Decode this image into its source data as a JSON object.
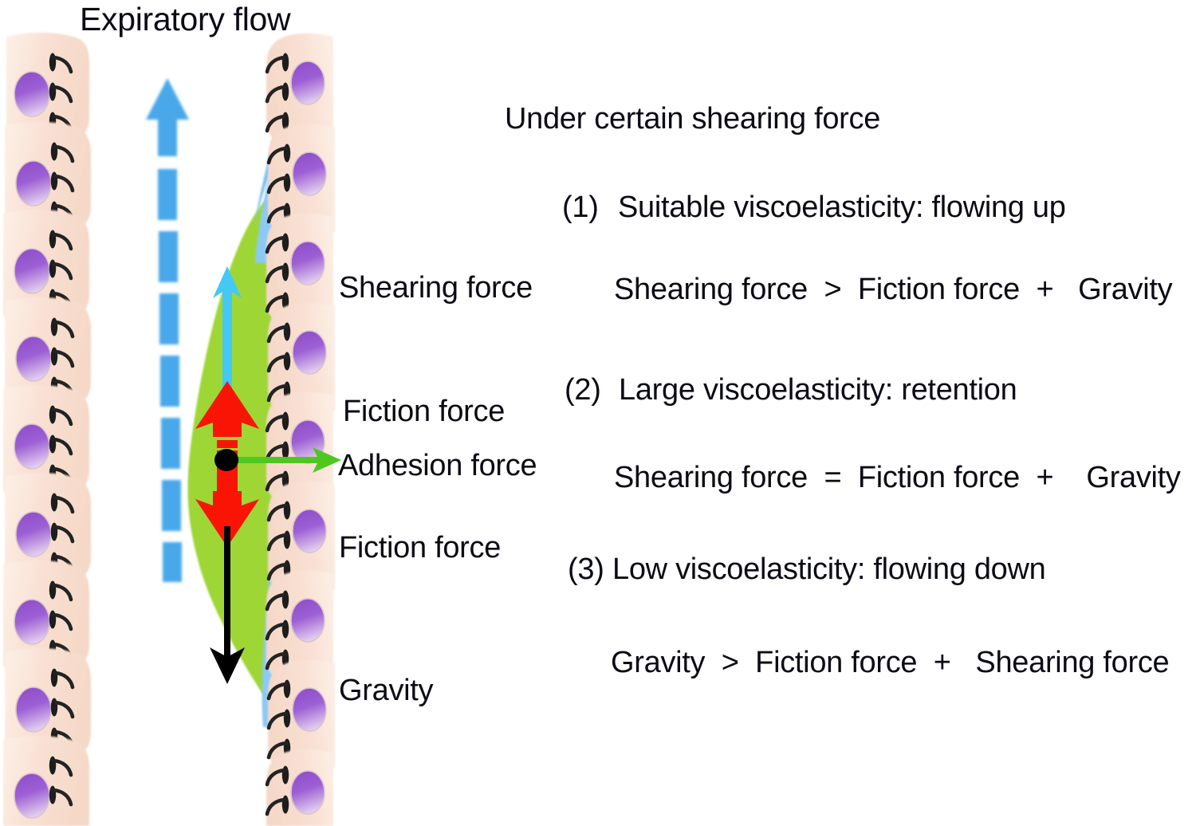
{
  "figure": {
    "title": "Expiratory flow",
    "background_color": "#ffffff"
  },
  "colors": {
    "cell_body": "#f8ded0",
    "cell_body_light": "#fbeade",
    "nucleus_top": "#8a4fc4",
    "nucleus_bottom": "#e7d3ef",
    "cilia": "#1d1d1d",
    "mucus_green": "#9ed636",
    "periciliary_blue": "#7ec3f2",
    "flow_arrow_blue": "#4aa8ea",
    "shearing_cyan": "#44c8f5",
    "friction_red": "#fa1405",
    "adhesion_green": "#4ec820",
    "gravity_black": "#000000",
    "text_black": "#0b0b14"
  },
  "diagram_labels": {
    "shearing_force": "Shearing force",
    "fiction_force_upper": "Fiction force",
    "adhesion_force": "Adhesion force",
    "fiction_force_lower": "Fiction force",
    "gravity": "Gravity"
  },
  "icons": {
    "flow_arrow": "dashed-up-arrow-icon",
    "shearing_arrow": "cyan-up-arrow-icon",
    "friction_up_arrow": "red-dashed-up-arrow-icon",
    "friction_down_arrow": "red-down-arrow-icon",
    "adhesion_arrow": "green-right-arrow-icon",
    "gravity_arrow": "black-down-arrow-icon",
    "adhesion_point": "black-dot-icon",
    "cilium": "cilium-icon",
    "nucleus": "nucleus-icon",
    "epithelial_cell": "epithelial-cell-icon",
    "mucus_layer": "mucus-blob-icon",
    "periciliary_layer": "periciliary-liquid-icon"
  },
  "explanation_panel": {
    "heading": "Under certain shearing force",
    "cases": [
      {
        "number": "(1)",
        "statement": "Suitable viscoelasticity: flowing up",
        "equation": "Shearing force  >  Fiction force  +   Gravity"
      },
      {
        "number": "(2)",
        "statement": "Large viscoelasticity: retention",
        "equation": "Shearing force  =  Fiction force  +    Gravity"
      },
      {
        "number": "(3)",
        "statement": "Low viscoelasticity: flowing down",
        "equation": "Gravity  >  Fiction force  +   Shearing force"
      }
    ]
  },
  "chart_data": {
    "type": "diagram",
    "title": "Expiratory flow / mucus force balance",
    "description_elements": [
      "left epithelial cell column with cilia",
      "right epithelial cell column with cilia",
      "central dashed blue expiratory flow arrow",
      "green mucus blob adhered to right epithelium",
      "force vectors: shearing (cyan up), friction (red up and down), adhesion (green right), gravity (black down)"
    ],
    "cell_columns": [
      {
        "side": "left",
        "cell_count": 9,
        "cilia_per_cell": 3,
        "cilia_direction": "right"
      },
      {
        "side": "right",
        "cell_count": 9,
        "cilia_per_cell": 3,
        "cilia_direction": "left"
      }
    ],
    "flow_arrow": {
      "direction": "up",
      "style": "dashed",
      "dash_segments": 6,
      "color": "#4aa8ea"
    },
    "forces": [
      {
        "name": "Shearing force",
        "direction": "up",
        "color": "#44c8f5"
      },
      {
        "name": "Fiction force",
        "direction": "up",
        "color": "#fa1405",
        "style": "dashed"
      },
      {
        "name": "Adhesion force",
        "direction": "right",
        "color": "#4ec820"
      },
      {
        "name": "Fiction force",
        "direction": "down",
        "color": "#fa1405"
      },
      {
        "name": "Gravity",
        "direction": "down",
        "color": "#000000"
      }
    ]
  }
}
